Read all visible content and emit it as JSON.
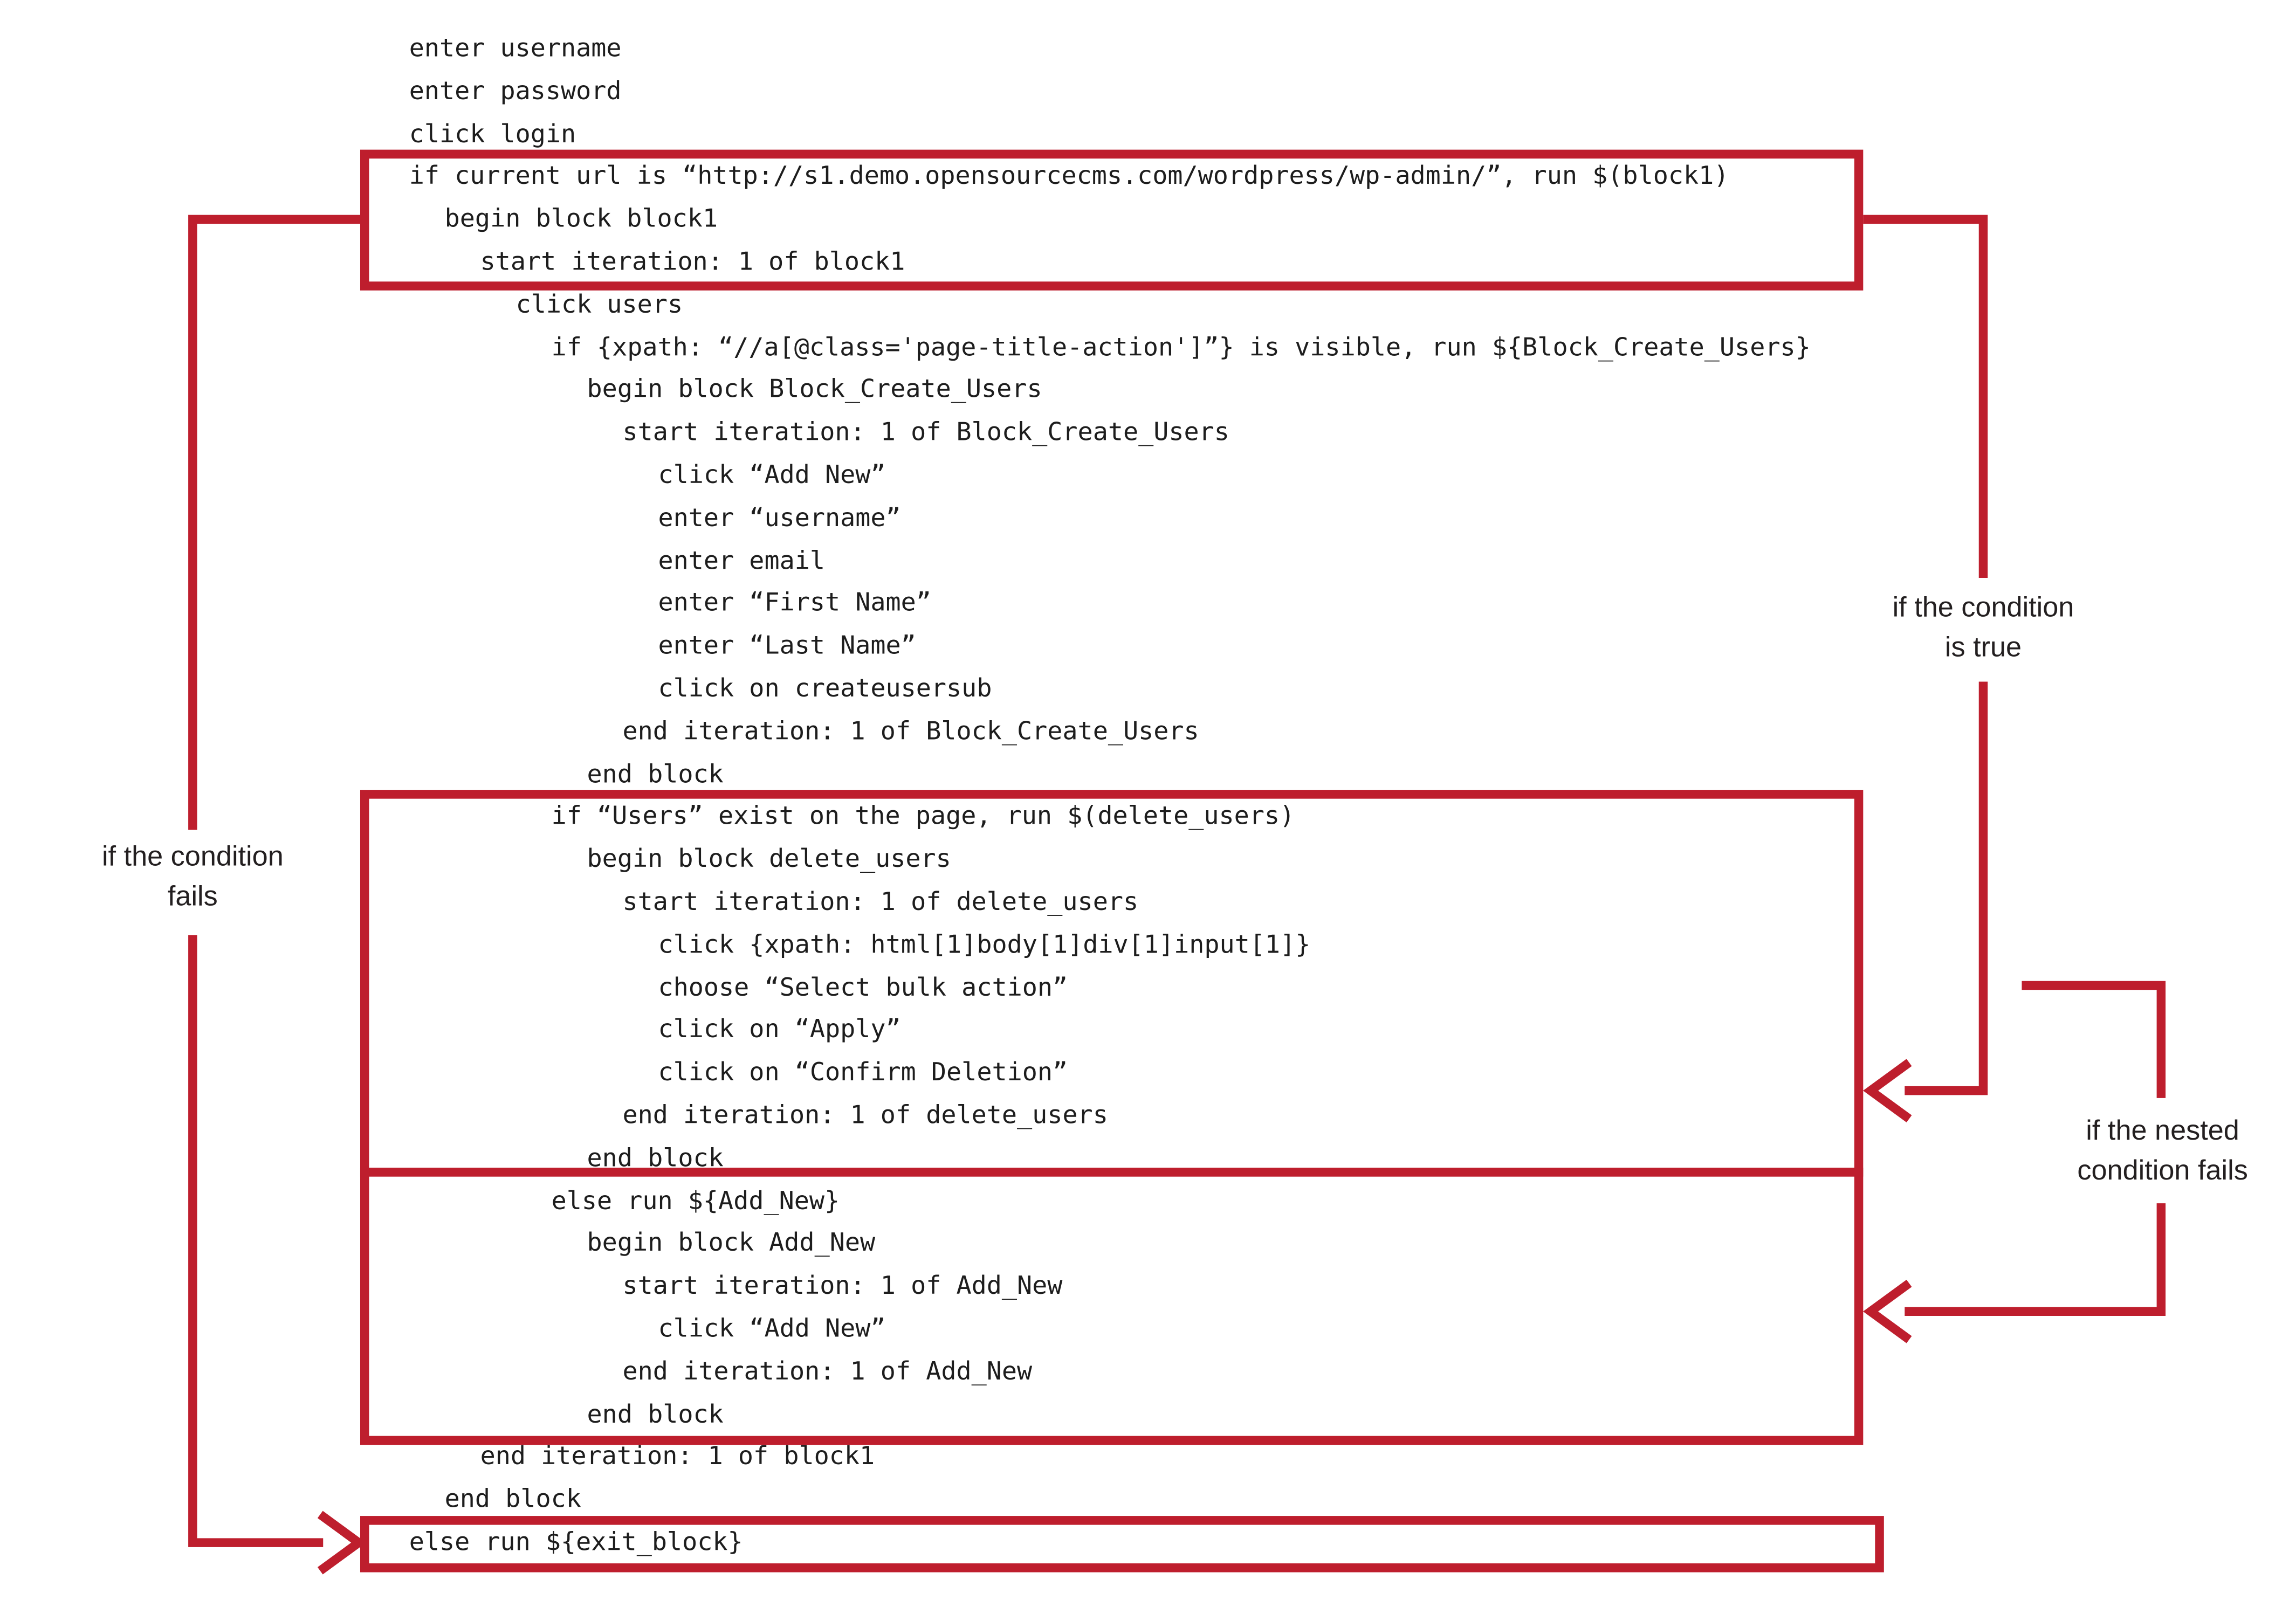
{
  "diagram": {
    "background": "#ffffff",
    "accent_red": "#be1e2d",
    "text_color": "#1d1d1d",
    "code_lines": [
      {
        "text": "enter username",
        "indent": 0
      },
      {
        "text": "enter password",
        "indent": 0
      },
      {
        "text": "click login",
        "indent": 0
      },
      {
        "text": "if current url is “http://s1.demo.opensourcecms.com/wordpress/wp-admin/”, run $(block1)",
        "indent": 0
      },
      {
        "text": "begin block block1",
        "indent": 1
      },
      {
        "text": "start iteration: 1 of block1",
        "indent": 2
      },
      {
        "text": "click users",
        "indent": 3
      },
      {
        "text": "if {xpath: “//a[@class='page-title-action']”} is visible, run ${Block_Create_Users}",
        "indent": 4
      },
      {
        "text": "begin block Block_Create_Users",
        "indent": 5
      },
      {
        "text": "start iteration: 1 of Block_Create_Users",
        "indent": 6
      },
      {
        "text": "click “Add New”",
        "indent": 7
      },
      {
        "text": "enter “username”",
        "indent": 7
      },
      {
        "text": "enter email",
        "indent": 7
      },
      {
        "text": "enter “First Name”",
        "indent": 7
      },
      {
        "text": "enter “Last Name”",
        "indent": 7
      },
      {
        "text": "click on createusersub",
        "indent": 7
      },
      {
        "text": "end iteration: 1 of Block_Create_Users",
        "indent": 6
      },
      {
        "text": "end block",
        "indent": 5
      },
      {
        "text": "if “Users” exist on the page, run $(delete_users)",
        "indent": 4
      },
      {
        "text": "begin block delete_users",
        "indent": 5
      },
      {
        "text": "start iteration: 1 of delete_users",
        "indent": 6
      },
      {
        "text": "click {xpath: html[1]body[1]div[1]input[1]}",
        "indent": 7
      },
      {
        "text": "choose “Select bulk action”",
        "indent": 7
      },
      {
        "text": "click on “Apply”",
        "indent": 7
      },
      {
        "text": "click on “Confirm Deletion”",
        "indent": 7
      },
      {
        "text": "end iteration: 1 of delete_users",
        "indent": 6
      },
      {
        "text": "end block",
        "indent": 5
      },
      {
        "text": "else run ${Add_New}",
        "indent": 4
      },
      {
        "text": "begin block Add_New",
        "indent": 5
      },
      {
        "text": "start iteration: 1 of Add_New",
        "indent": 6
      },
      {
        "text": "click “Add New”",
        "indent": 7
      },
      {
        "text": "end iteration: 1 of Add_New",
        "indent": 6
      },
      {
        "text": "end block",
        "indent": 5
      },
      {
        "text": "end iteration: 1 of block1",
        "indent": 2
      },
      {
        "text": "end block",
        "indent": 1
      },
      {
        "text": "else run ${exit_block}",
        "indent": 0
      }
    ],
    "annotations": {
      "condition_true": {
        "line1": "if the condition",
        "line2": "is true"
      },
      "condition_fails": {
        "line1": "if the condition",
        "line2": "fails"
      },
      "nested_condition_fails": {
        "line1": "if the nested",
        "line2": "condition fails"
      }
    }
  }
}
